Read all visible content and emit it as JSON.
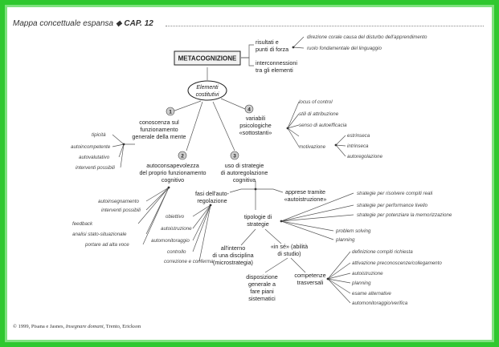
{
  "header": {
    "title": "Mappa concettuale espansa",
    "separator": "◆",
    "chapter": "CAP. 12"
  },
  "footer": {
    "pre": "© 1999, Pisana e Jasnes, ",
    "book": "Insegnare domani",
    "post": ", Trento, Erickson"
  },
  "nodes": {
    "root": "METACOGNIZIONE",
    "risultati": [
      "risultati e",
      "punti di forza"
    ],
    "interconnessioni": [
      "interconnessioni",
      "tra gli elementi"
    ],
    "elementi": [
      "Elementi",
      "costitutivi"
    ],
    "badges": [
      "1",
      "2",
      "3",
      "4"
    ],
    "conoscenza": [
      "conoscenza sul",
      "funzionamento",
      "generale della mente"
    ],
    "autoconsapevolezza": [
      "autoconsapevolezza",
      "del proprio funzionamento",
      "cognitivo"
    ],
    "uso_strategie": [
      "uso di strategie",
      "di autoregolazione",
      "cognitiva"
    ],
    "variabili": [
      "variabili",
      "psicologiche",
      "«sottostanti»"
    ],
    "fasi": [
      "fasi dell'auto-",
      "regolazione"
    ],
    "apprese": [
      "apprese tramite",
      "«autoistruzione»"
    ],
    "tipologie": [
      "tipologie di",
      "strategie"
    ],
    "disciplina": [
      "all'interno",
      "di una disciplina",
      "(microstrategia)"
    ],
    "in_se": [
      "«in sé» (abilità",
      "di studio)"
    ],
    "disposizione": [
      "disposizione",
      "generale a",
      "fare piani",
      "sistematici"
    ],
    "competenze": [
      "competenze",
      "trasversali"
    ]
  },
  "leaves": {
    "risultati": [
      "direzione corale causa del disturbo dell'apprendimento",
      "ruolo fondamentale del linguaggio"
    ],
    "conoscenza": [
      "tipicità",
      "autoincompetente",
      "autovalutativo",
      "interventi possibili"
    ],
    "autoconsapevolezza": [
      "autoinsegnamento",
      "interventi possibili",
      "feedback",
      "analisi stato-situazionale",
      "portare ad alta voce"
    ],
    "variabili": [
      "locus of control",
      "stili di attribuzione",
      "senso di autoefficacia",
      "motivazione",
      "estrinseca",
      "intrinseca",
      "autoregolazione"
    ],
    "fasi": [
      "obiettivo",
      "autoistruzione",
      "automonitoraggio",
      "controllo",
      "correzione e conferma"
    ],
    "tipologie": [
      "strategie per risolvere compiti reali",
      "strategie per performance livello",
      "strategie per potenziare la memorizzazione",
      "problem solving",
      "planning"
    ],
    "competenze": [
      "definizione compiti richiesta",
      "attivazione preconoscenze/collegamento",
      "autoistruzione",
      "planning",
      "esame alternative",
      "automonitoraggio/verifica"
    ]
  }
}
